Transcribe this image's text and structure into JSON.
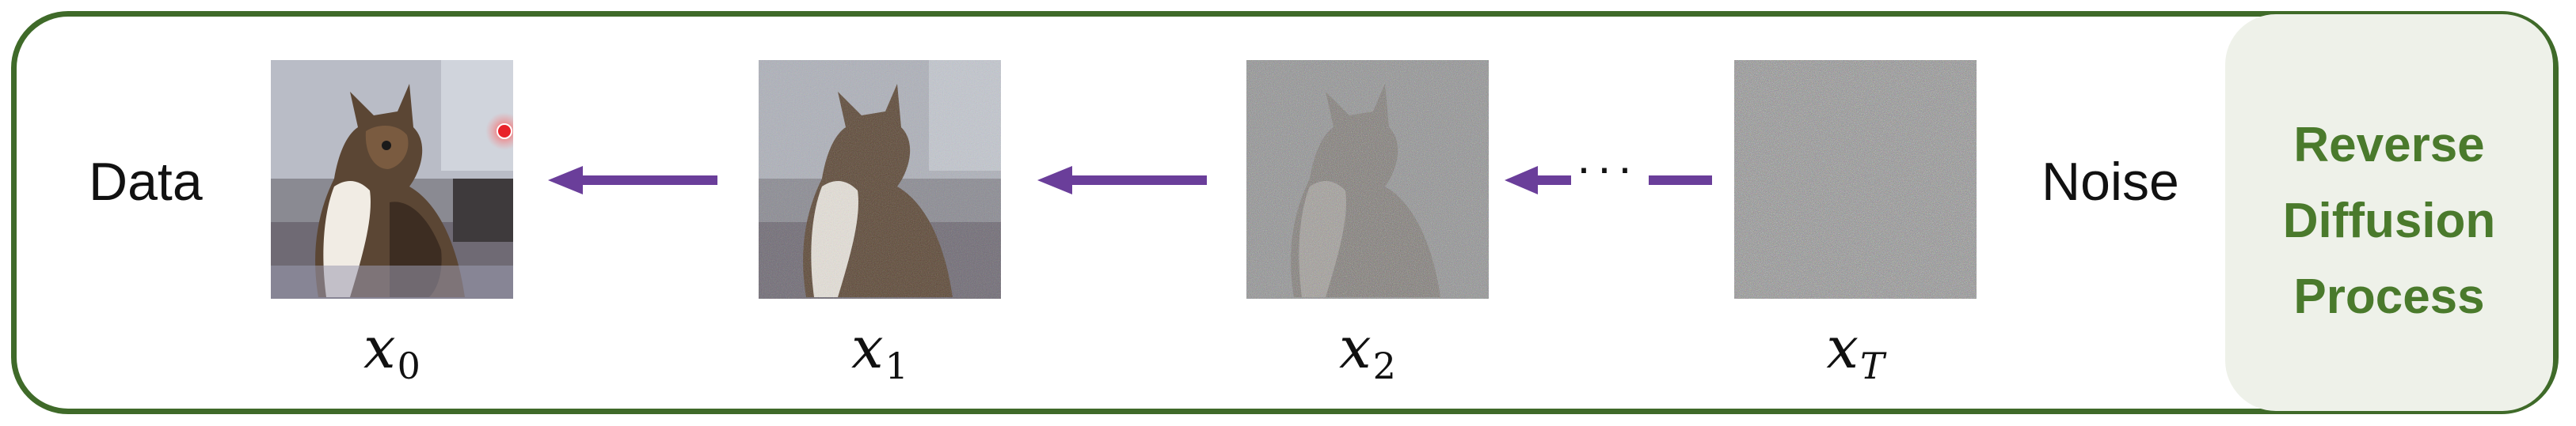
{
  "labels": {
    "data": "Data",
    "noise": "Noise"
  },
  "panel": {
    "lines": [
      "Reverse",
      "Diffusion",
      "Process"
    ]
  },
  "steps": [
    {
      "letter": "x",
      "sub": "0",
      "noise_level": 0.0
    },
    {
      "letter": "x",
      "sub": "1",
      "noise_level": 0.35
    },
    {
      "letter": "x",
      "sub": "2",
      "noise_level": 0.75
    },
    {
      "letter": "x",
      "sub": "T",
      "noise_level": 1.0
    }
  ],
  "ellipsis": "···",
  "colors": {
    "border": "#3f6a29",
    "panel_bg": "#eef1e9",
    "panel_text": "#4a7a2c",
    "arrow": "#6a3e9a",
    "marker": "#e8222a"
  },
  "icons": {
    "arrow": "arrow-left-icon",
    "marker": "red-dot-icon"
  }
}
